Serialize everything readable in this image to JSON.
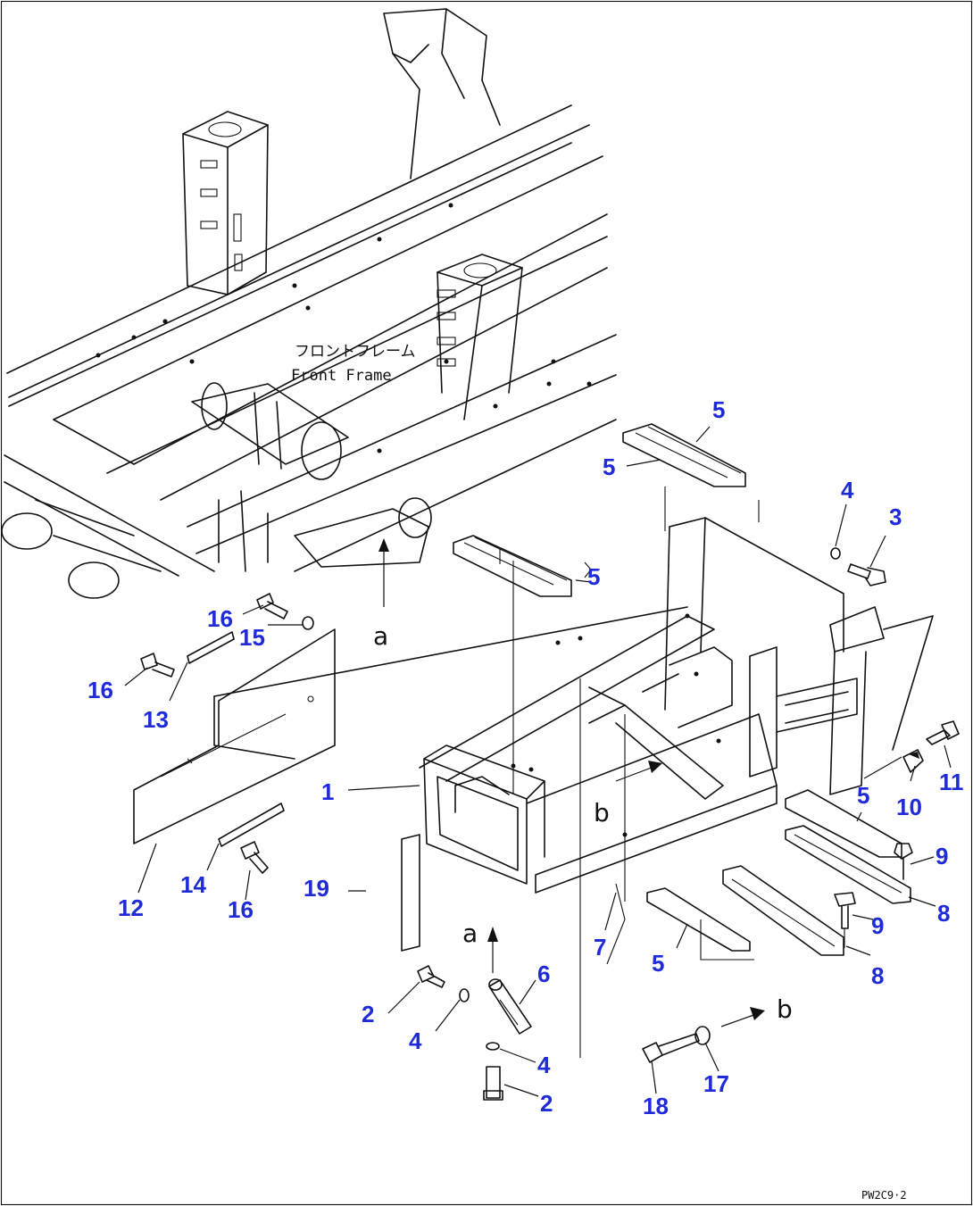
{
  "labels": {
    "frame_jp": "フロントフレーム",
    "frame_en": "Front Frame",
    "view_a": "a",
    "view_b": "b",
    "drawing_code": "PW2C9·2"
  },
  "callouts": [
    {
      "id": "c1",
      "text": "1"
    },
    {
      "id": "c2a",
      "text": "2"
    },
    {
      "id": "c2b",
      "text": "2"
    },
    {
      "id": "c3",
      "text": "3"
    },
    {
      "id": "c4a",
      "text": "4"
    },
    {
      "id": "c4b",
      "text": "4"
    },
    {
      "id": "c4c",
      "text": "4"
    },
    {
      "id": "c5a",
      "text": "5"
    },
    {
      "id": "c5b",
      "text": "5"
    },
    {
      "id": "c5c",
      "text": "5"
    },
    {
      "id": "c5d",
      "text": "5"
    },
    {
      "id": "c5e",
      "text": "5"
    },
    {
      "id": "c6",
      "text": "6"
    },
    {
      "id": "c7",
      "text": "7"
    },
    {
      "id": "c8a",
      "text": "8"
    },
    {
      "id": "c8b",
      "text": "8"
    },
    {
      "id": "c9a",
      "text": "9"
    },
    {
      "id": "c9b",
      "text": "9"
    },
    {
      "id": "c10",
      "text": "10"
    },
    {
      "id": "c11",
      "text": "11"
    },
    {
      "id": "c12",
      "text": "12"
    },
    {
      "id": "c13",
      "text": "13"
    },
    {
      "id": "c14",
      "text": "14"
    },
    {
      "id": "c15",
      "text": "15"
    },
    {
      "id": "c16a",
      "text": "16"
    },
    {
      "id": "c16b",
      "text": "16"
    },
    {
      "id": "c16c",
      "text": "16"
    },
    {
      "id": "c17",
      "text": "17"
    },
    {
      "id": "c18",
      "text": "18"
    },
    {
      "id": "c19",
      "text": "19"
    }
  ],
  "colors": {
    "callout": "#1f2bd6",
    "line": "#111111",
    "background": "#ffffff"
  }
}
